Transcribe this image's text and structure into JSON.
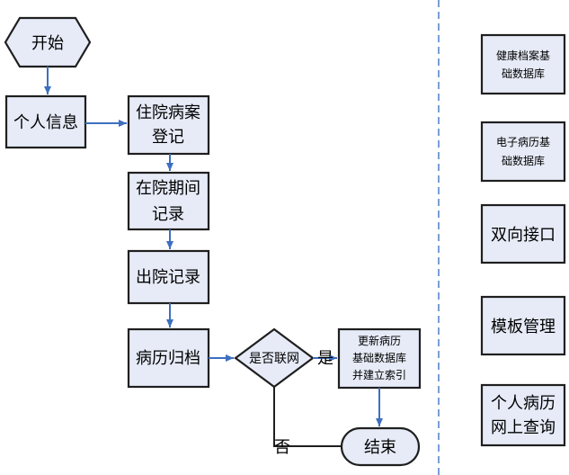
{
  "flow": {
    "start": "开始",
    "personal_info": "个人信息",
    "admission_line1": "住院病案",
    "admission_line2": "登记",
    "inpatient_line1": "在院期间",
    "inpatient_line2": "记录",
    "discharge": "出院记录",
    "archive": "病历归档",
    "decision": "是否联网",
    "yes": "是",
    "no": "否",
    "update_line1": "更新病历",
    "update_line2": "基础数据库",
    "update_line3": "并建立索引",
    "end": "结束"
  },
  "modules": {
    "health_records_line1": "健康档案基",
    "health_records_line2": "础数据库",
    "emr_line1": "电子病历基",
    "emr_line2": "础数据库",
    "two_way_interface": "双向接口",
    "template_mgmt": "模板管理",
    "online_query_line1": "个人病历",
    "online_query_line2": "网上查询"
  },
  "colors": {
    "box_fill": "#e6ebf7",
    "arrow": "#3d6fbf",
    "divider": "#4f7ec4"
  }
}
